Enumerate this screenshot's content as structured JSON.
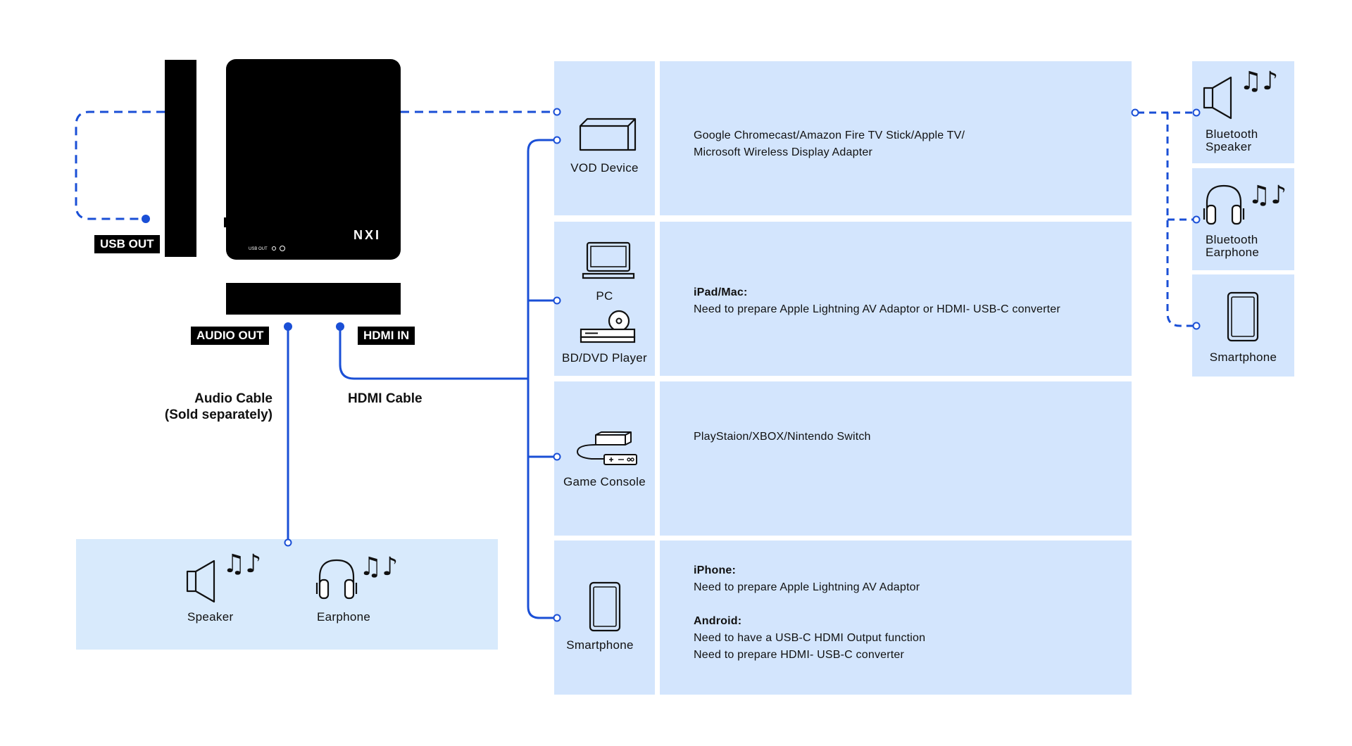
{
  "device": {
    "logo": "NXI",
    "front_usb_label": "USB OUT",
    "ports": {
      "usb_out": "USB OUT",
      "audio_out": "AUDIO OUT",
      "hdmi_in": "HDMI IN"
    }
  },
  "cables": {
    "audio_line1": "Audio Cable",
    "audio_line2": "(Sold separately)",
    "hdmi": "HDMI Cable"
  },
  "audio_outputs": [
    {
      "label": "Speaker",
      "icon": "speaker-icon"
    },
    {
      "label": "Earphone",
      "icon": "headphones-icon"
    }
  ],
  "sources": [
    {
      "icon_labels": [
        "VOD Device"
      ],
      "lines": [
        "Google Chromecast/Amazon Fire TV Stick/Apple TV/",
        "Microsoft Wireless Display Adapter"
      ]
    },
    {
      "icon_labels": [
        "PC",
        "BD/DVD Player"
      ],
      "heading": "iPad/Mac:",
      "lines": [
        "Need to prepare Apple Lightning AV Adaptor or HDMI- USB-C converter"
      ]
    },
    {
      "icon_labels": [
        "Game Console"
      ],
      "lines": [
        "PlayStaion/XBOX/Nintendo Switch"
      ]
    },
    {
      "icon_labels": [
        "Smartphone"
      ],
      "heading": "iPhone:",
      "lines": [
        "Need to prepare Apple Lightning AV Adaptor"
      ],
      "heading2": "Android:",
      "lines2": [
        "Need to have a USB-C HDMI Output function",
        "Need to prepare HDMI- USB-C converter"
      ]
    }
  ],
  "bluetooth_outputs": [
    {
      "line1": "Bluetooth",
      "line2": "Speaker",
      "icon": "speaker-icon"
    },
    {
      "line1": "Bluetooth",
      "line2": "Earphone",
      "icon": "headphones-icon"
    },
    {
      "line1": "Smartphone",
      "icon": "smartphone-icon"
    }
  ],
  "colors": {
    "line_blue": "#1a4fd6",
    "panel_blue": "#d3e5fd",
    "audio_panel_blue": "#d8eafc",
    "device_black": "#000000"
  }
}
